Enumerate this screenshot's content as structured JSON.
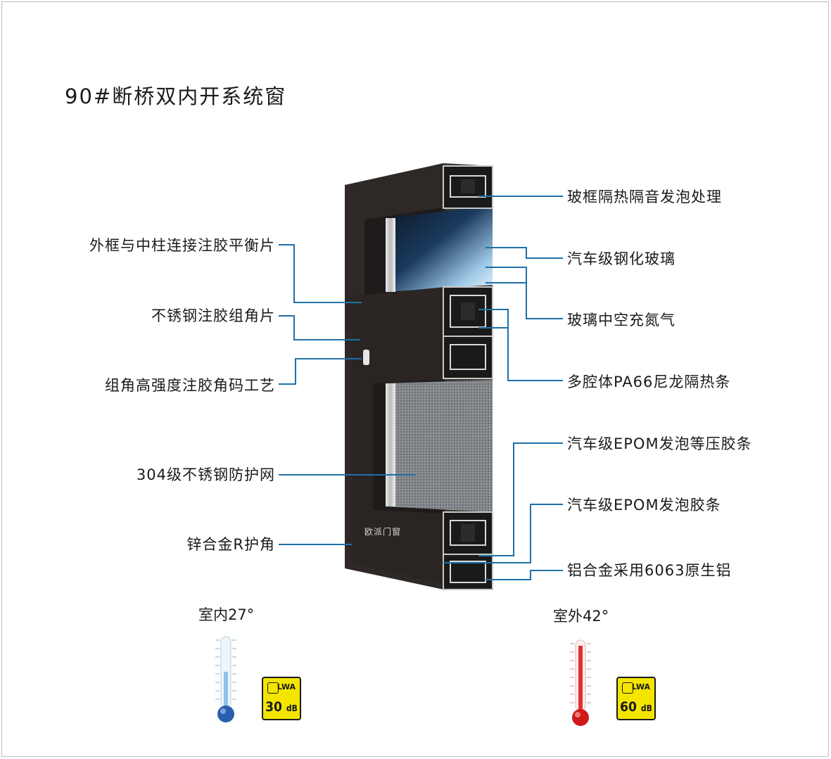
{
  "title": "90#断桥双内开系统窗",
  "brand": "欧派门窗",
  "labels_left": [
    {
      "id": "balance-piece",
      "text": "外框与中柱连接注胶平衡片"
    },
    {
      "id": "corner-piece",
      "text": "不锈钢注胶组角片"
    },
    {
      "id": "corner-code",
      "text": "组角高强度注胶角码工艺"
    },
    {
      "id": "screen-net",
      "text": "304级不锈钢防护网"
    },
    {
      "id": "corner-guard",
      "text": "锌合金R护角"
    }
  ],
  "labels_right": [
    {
      "id": "foam-treatment",
      "text": "玻框隔热隔音发泡处理"
    },
    {
      "id": "tempered-glass",
      "text": "汽车级钢化玻璃"
    },
    {
      "id": "nitrogen-glass",
      "text": "玻璃中空充氮气"
    },
    {
      "id": "thermal-strip",
      "text": "多腔体PA66尼龙隔热条"
    },
    {
      "id": "epom-pressure",
      "text": "汽车级EPOM发泡等压胶条"
    },
    {
      "id": "epom-strip",
      "text": "汽车级EPOM发泡胶条"
    },
    {
      "id": "aluminum",
      "text": "铝合金采用6063原生铝"
    }
  ],
  "indoor": {
    "label": "室内27°",
    "db_value": "30",
    "db_unit": "dB",
    "lwa": "LWA"
  },
  "outdoor": {
    "label": "室外42°",
    "db_value": "60",
    "db_unit": "dB",
    "lwa": "LWA"
  },
  "colors": {
    "leader_line": "#1f6fa8",
    "frame": "#2a2523",
    "cold": "#2a5fb0",
    "hot": "#d01a1a",
    "badge": "#f3e500"
  }
}
